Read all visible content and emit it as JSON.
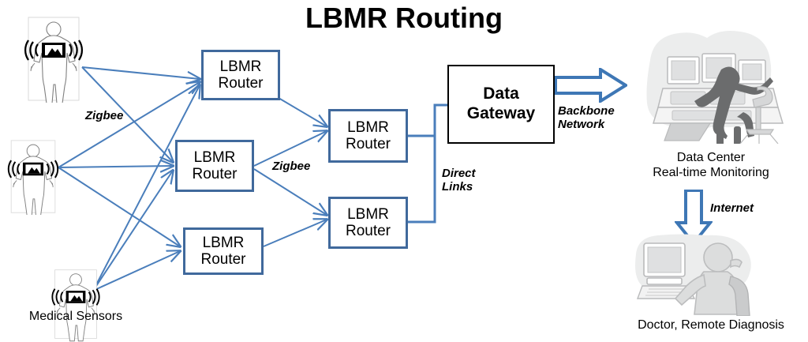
{
  "title": "LBMR Routing",
  "diagram": {
    "type": "network-architecture",
    "sensor_nodes": [
      {
        "id": "sensor-top",
        "icon": "body-sensor-icon",
        "label": ""
      },
      {
        "id": "sensor-middle",
        "icon": "body-sensor-icon",
        "label": ""
      },
      {
        "id": "sensor-bottom",
        "icon": "body-sensor-icon",
        "label": "Medical Sensors"
      }
    ],
    "routers": [
      {
        "id": "router-1",
        "label_line1": "LBMR",
        "label_line2": "Router"
      },
      {
        "id": "router-2",
        "label_line1": "LBMR",
        "label_line2": "Router"
      },
      {
        "id": "router-3",
        "label_line1": "LBMR",
        "label_line2": "Router"
      },
      {
        "id": "router-4",
        "label_line1": "LBMR",
        "label_line2": "Router"
      },
      {
        "id": "router-5",
        "label_line1": "LBMR",
        "label_line2": "Router"
      }
    ],
    "gateway": {
      "label_line1": "Data",
      "label_line2": "Gateway"
    },
    "link_labels": {
      "zigbee_left": "Zigbee",
      "zigbee_mid": "Zigbee",
      "direct_links": "Direct\nLinks",
      "backbone": "Backbone\nNetwork",
      "internet": "Internet"
    },
    "endpoints": [
      {
        "id": "data-center",
        "label": "Data Center\nReal-time Monitoring",
        "icon": "data-center-clipart"
      },
      {
        "id": "doctor",
        "label": "Doctor, Remote Diagnosis",
        "icon": "doctor-clipart"
      }
    ],
    "colors": {
      "link": "#4A7EBB",
      "router_border": "#40699C",
      "gateway_border": "#000000",
      "arrow_outline": "#3E77B5",
      "text": "#000000"
    }
  }
}
